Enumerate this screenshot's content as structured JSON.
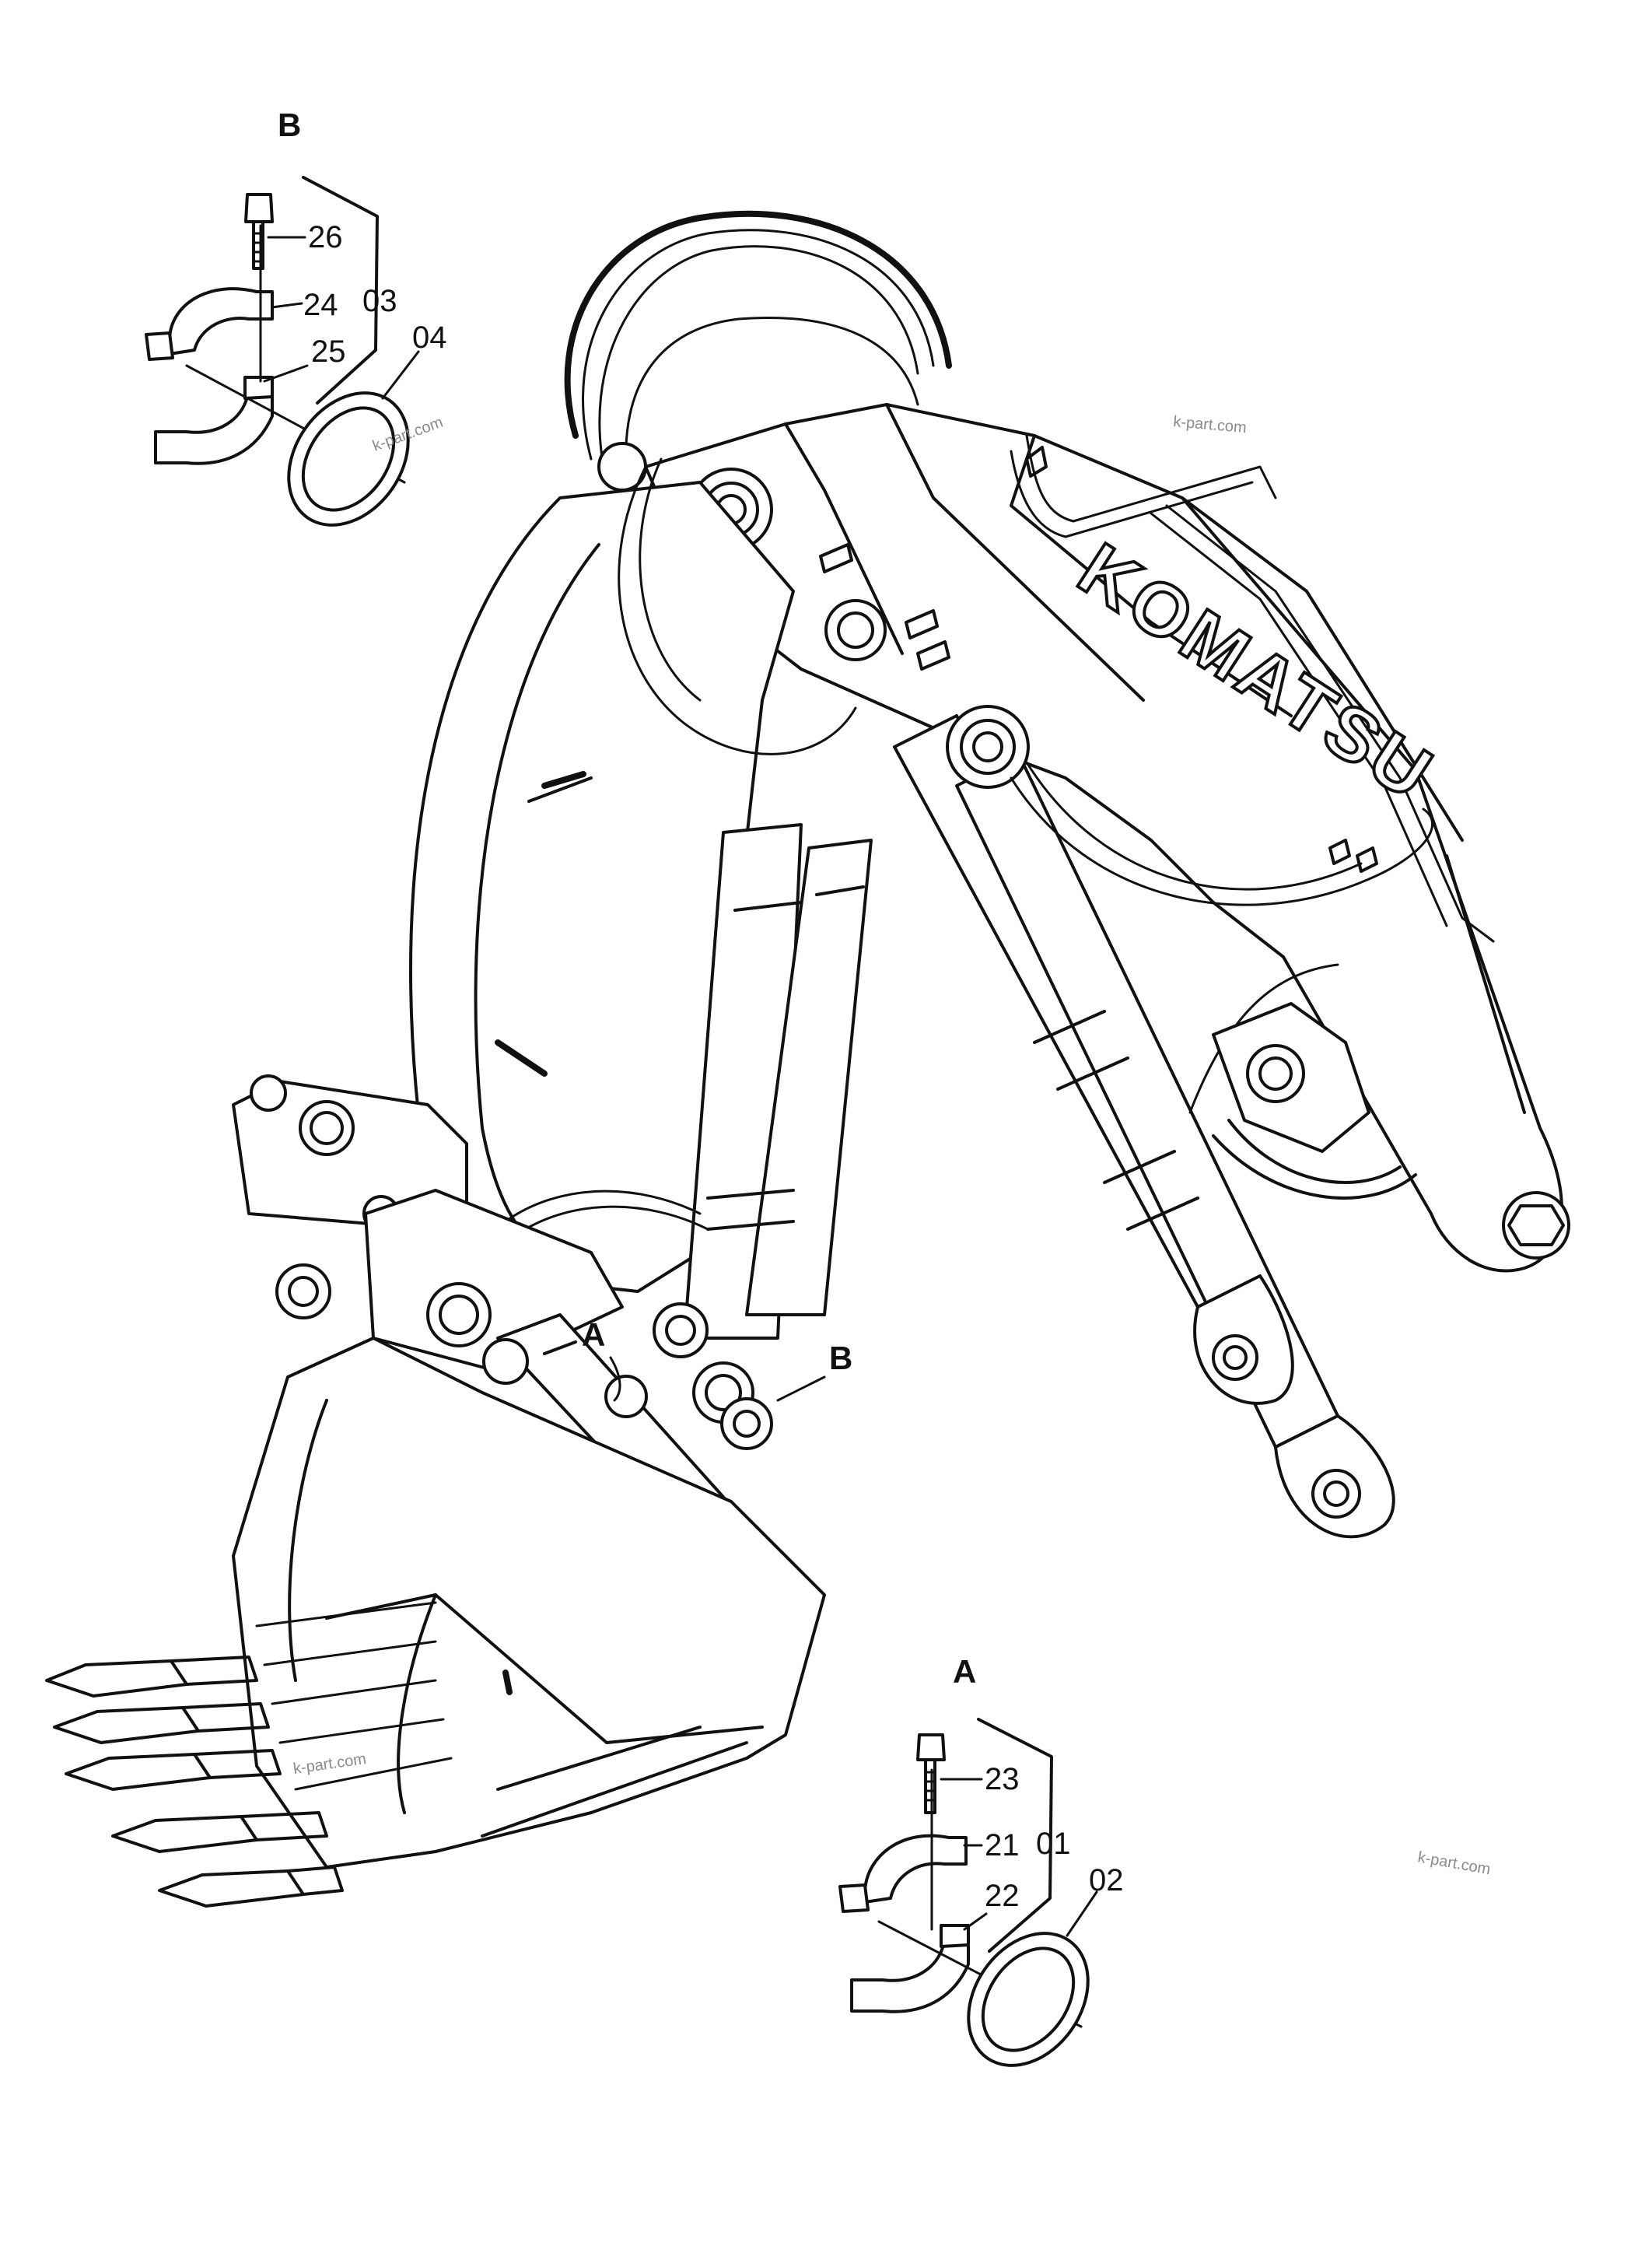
{
  "brand": {
    "name": "KOMATSU"
  },
  "detail_views": [
    {
      "id": "B",
      "label": "B",
      "callouts": [
        "26",
        "24",
        "25",
        "03",
        "04"
      ]
    },
    {
      "id": "A",
      "label": "A",
      "callouts": [
        "23",
        "21",
        "01",
        "22",
        "02"
      ]
    }
  ],
  "main_view_markers": [
    "A",
    "B"
  ],
  "watermarks": [
    "k-part.com",
    "k-part.com",
    "k-part.com",
    "k-part.com"
  ]
}
